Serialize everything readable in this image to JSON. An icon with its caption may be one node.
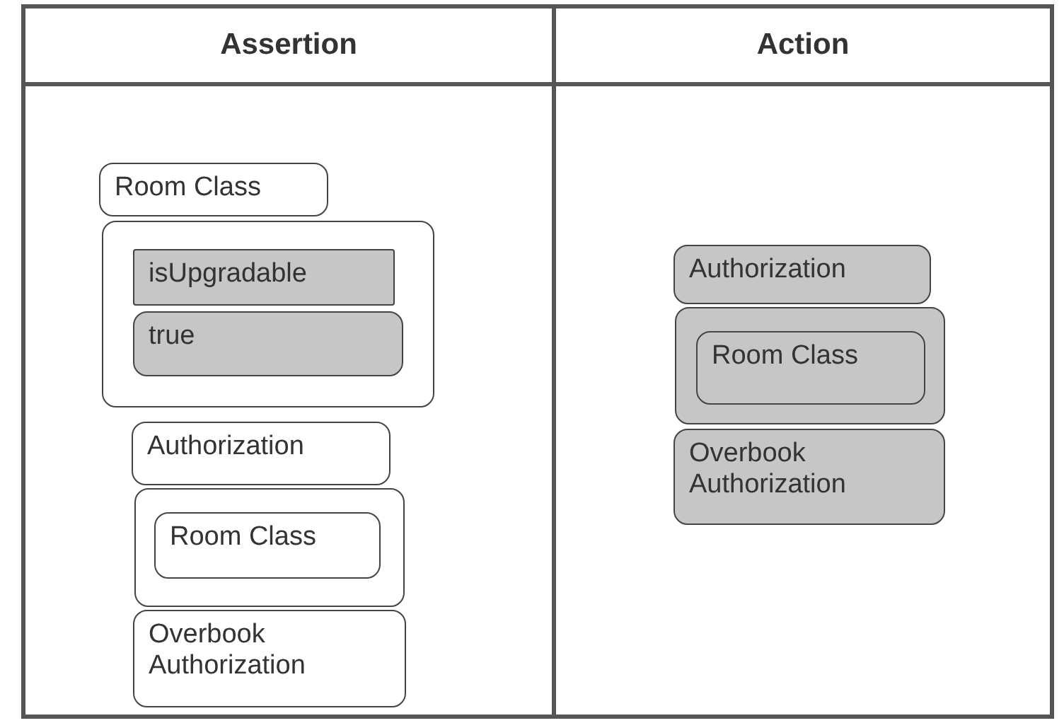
{
  "diagram": {
    "nodes": [
      {
        "text": [
          "Assertion"
        ]
      },
      {
        "text": [
          "Room Class"
        ],
        "in": 0
      },
      {
        "text": [],
        "shape": "box",
        "in": 0
      },
      {
        "text": [
          "isUpgradable"
        ],
        "in": 2
      },
      {
        "text": [
          "true"
        ],
        "in": 2
      },
      {
        "text": [
          "Authorization"
        ],
        "in": 0
      },
      {
        "text": [],
        "shape": "box",
        "in": 0
      },
      {
        "text": [
          "Room Class"
        ],
        "in": 6
      },
      {
        "text": [
          "Overbook Authorization"
        ],
        "in": 0
      },
      {
        "text": [
          "Action"
        ]
      },
      {
        "text": [
          "Authorization"
        ],
        "in": 9
      },
      {
        "text": [],
        "shape": "box",
        "in": 9
      },
      {
        "text": [
          "Room Class"
        ],
        "in": 11
      },
      {
        "text": [
          "Overbook Authorization"
        ],
        "in": 9
      }
    ],
    "edges": []
  }
}
